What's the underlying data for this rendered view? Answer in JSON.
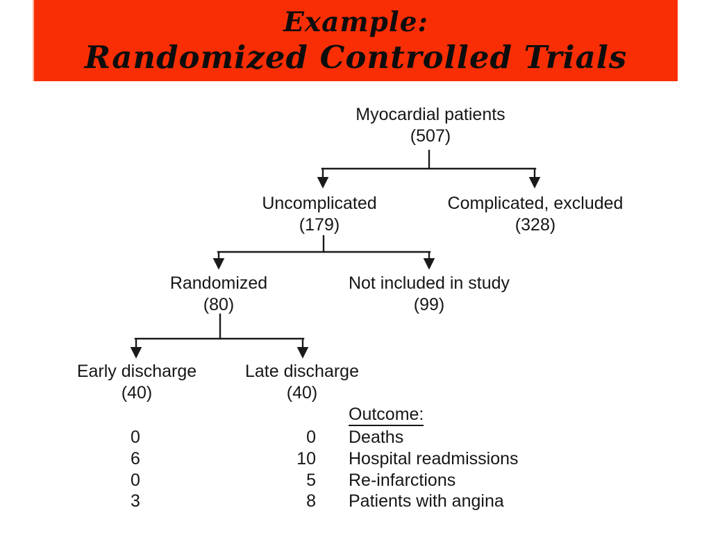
{
  "slide": {
    "title": {
      "line1": "Example:",
      "line2": "Randomized Controlled Trials"
    },
    "banner_color": "#fa2e04",
    "ink_color": "#161616"
  },
  "flowchart": {
    "nodes": {
      "root": {
        "label": "Myocardial patients",
        "count": "(507)"
      },
      "uncomplicated": {
        "label": "Uncomplicated",
        "count": "(179)"
      },
      "complicated": {
        "label": "Complicated, excluded",
        "count": "(328)"
      },
      "randomized": {
        "label": "Randomized",
        "count": "(80)"
      },
      "not_included": {
        "label": "Not included in study",
        "count": "(99)"
      },
      "early": {
        "label": "Early discharge",
        "count": "(40)"
      },
      "late": {
        "label": "Late discharge",
        "count": "(40)"
      }
    },
    "edges": [
      {
        "from": "root",
        "to": "uncomplicated"
      },
      {
        "from": "root",
        "to": "complicated"
      },
      {
        "from": "uncomplicated",
        "to": "randomized"
      },
      {
        "from": "uncomplicated",
        "to": "not_included"
      },
      {
        "from": "randomized",
        "to": "early"
      },
      {
        "from": "randomized",
        "to": "late"
      }
    ]
  },
  "outcome": {
    "heading": "Outcome:",
    "rows": [
      {
        "early": "0",
        "late": "0",
        "label": "Deaths"
      },
      {
        "early": "6",
        "late": "10",
        "label": "Hospital readmissions"
      },
      {
        "early": "0",
        "late": "5",
        "label": "Re-infarctions"
      },
      {
        "early": "3",
        "late": "8",
        "label": "Patients with angina"
      }
    ]
  }
}
